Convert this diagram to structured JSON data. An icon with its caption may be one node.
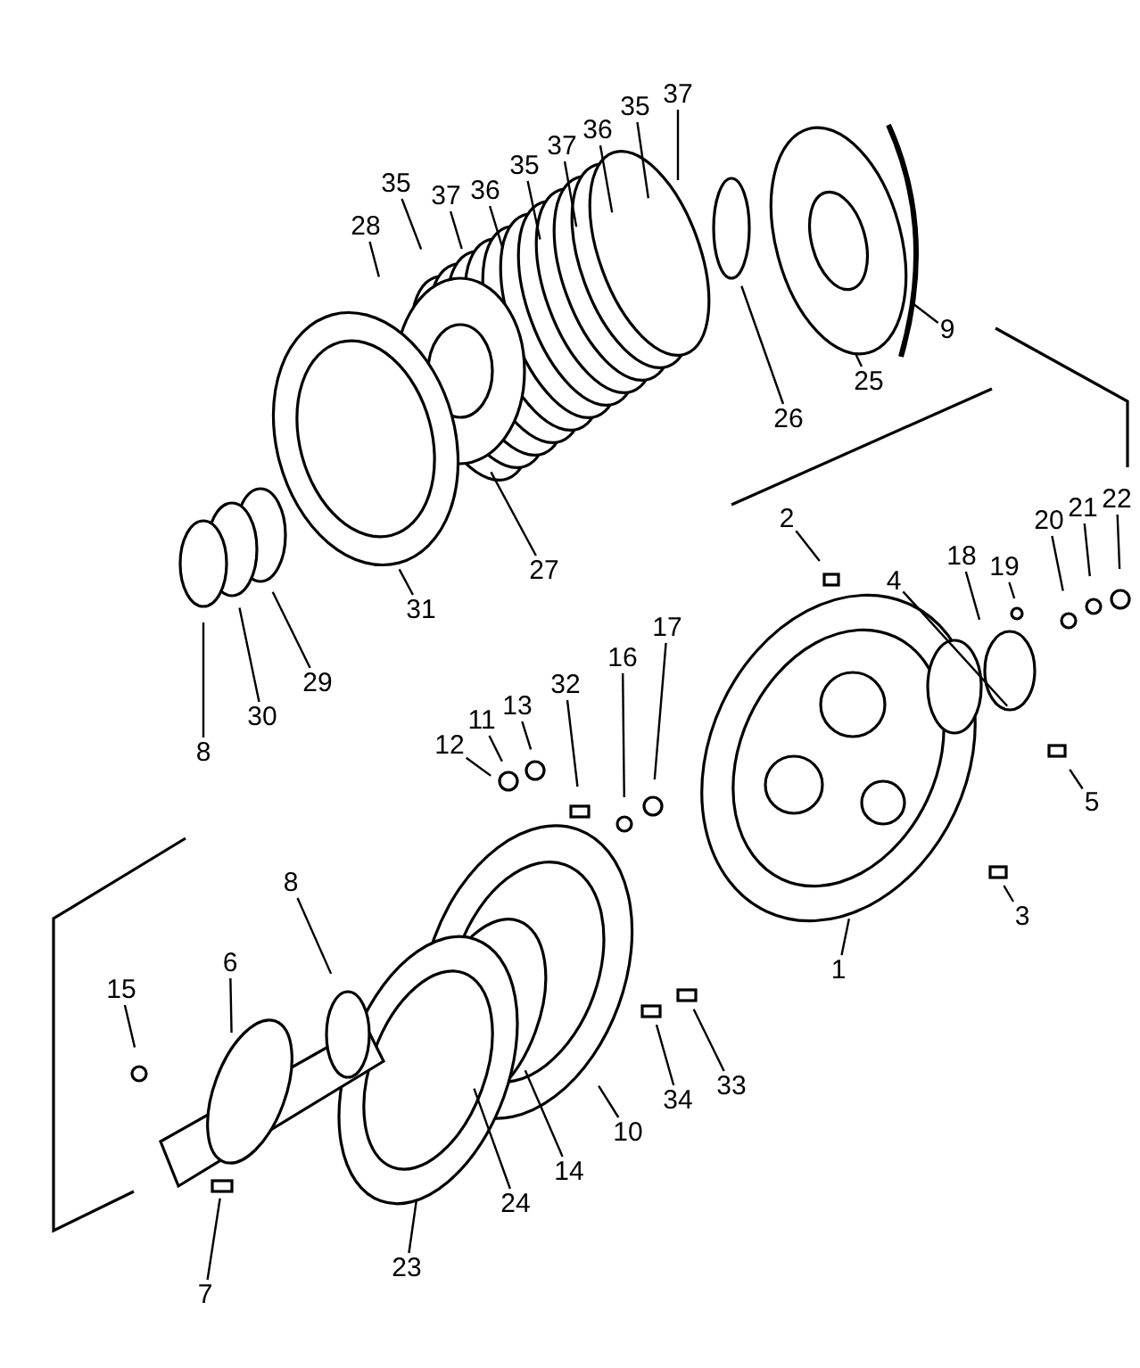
{
  "diagram": {
    "nodes": [
      {
        "text": [
          "28"
        ]
      },
      {
        "text": [
          "35"
        ]
      },
      {
        "text": [
          "37"
        ]
      },
      {
        "text": [
          "36"
        ]
      },
      {
        "text": [
          "35"
        ]
      },
      {
        "text": [
          "37"
        ]
      },
      {
        "text": [
          "36"
        ]
      },
      {
        "text": [
          "35"
        ]
      },
      {
        "text": [
          "37"
        ]
      },
      {
        "text": [
          "9"
        ]
      },
      {
        "text": [
          "26"
        ]
      },
      {
        "text": [
          "25"
        ]
      },
      {
        "text": [
          "27"
        ]
      },
      {
        "text": [
          "31"
        ]
      },
      {
        "text": [
          "29"
        ]
      },
      {
        "text": [
          "30"
        ]
      },
      {
        "text": [
          "8"
        ]
      },
      {
        "text": [
          "22"
        ]
      },
      {
        "text": [
          "21"
        ]
      },
      {
        "text": [
          "20"
        ]
      },
      {
        "text": [
          "19"
        ]
      },
      {
        "text": [
          "2"
        ]
      },
      {
        "text": [
          "18"
        ]
      },
      {
        "text": [
          "4"
        ]
      },
      {
        "text": [
          "5"
        ]
      },
      {
        "text": [
          "3"
        ]
      },
      {
        "text": [
          "1"
        ]
      },
      {
        "text": [
          "32"
        ]
      },
      {
        "text": [
          "16"
        ]
      },
      {
        "text": [
          "17"
        ]
      },
      {
        "text": [
          "11"
        ]
      },
      {
        "text": [
          "13"
        ]
      },
      {
        "text": [
          "12"
        ]
      },
      {
        "text": [
          "6"
        ]
      },
      {
        "text": [
          "8"
        ]
      },
      {
        "text": [
          "15"
        ]
      },
      {
        "text": [
          "7"
        ]
      },
      {
        "text": [
          "23"
        ]
      },
      {
        "text": [
          "24"
        ]
      },
      {
        "text": [
          "14"
        ]
      },
      {
        "text": [
          "10"
        ]
      },
      {
        "text": [
          "34"
        ]
      },
      {
        "text": [
          "33"
        ]
      }
    ],
    "edges": [
      {
        "from": 0,
        "to": null,
        "arrow": "none"
      },
      {
        "from": 1,
        "to": null,
        "arrow": "none"
      },
      {
        "from": 2,
        "to": null,
        "arrow": "none"
      },
      {
        "from": 3,
        "to": null,
        "arrow": "none"
      },
      {
        "from": 4,
        "to": null,
        "arrow": "none"
      },
      {
        "from": 5,
        "to": null,
        "arrow": "none"
      },
      {
        "from": 6,
        "to": null,
        "arrow": "none"
      },
      {
        "from": 7,
        "to": null,
        "arrow": "none"
      },
      {
        "from": 8,
        "to": null,
        "arrow": "none"
      },
      {
        "from": 9,
        "to": null,
        "arrow": "none"
      },
      {
        "from": 10,
        "to": null,
        "arrow": "none"
      },
      {
        "from": 11,
        "to": null,
        "arrow": "none"
      },
      {
        "from": 12,
        "to": null,
        "arrow": "none"
      },
      {
        "from": 13,
        "to": null,
        "arrow": "none"
      },
      {
        "from": 14,
        "to": null,
        "arrow": "none"
      },
      {
        "from": 15,
        "to": null,
        "arrow": "none"
      },
      {
        "from": 16,
        "to": null,
        "arrow": "none"
      },
      {
        "from": 17,
        "to": null,
        "arrow": "none"
      },
      {
        "from": 18,
        "to": null,
        "arrow": "none"
      },
      {
        "from": 19,
        "to": null,
        "arrow": "none"
      },
      {
        "from": 20,
        "to": null,
        "arrow": "none"
      },
      {
        "from": 21,
        "to": null,
        "arrow": "none"
      },
      {
        "from": 22,
        "to": null,
        "arrow": "none"
      },
      {
        "from": 23,
        "to": null,
        "arrow": "none"
      },
      {
        "from": 24,
        "to": null,
        "arrow": "none"
      },
      {
        "from": 25,
        "to": null,
        "arrow": "none"
      },
      {
        "from": 26,
        "to": null,
        "arrow": "none"
      },
      {
        "from": 27,
        "to": null,
        "arrow": "none"
      },
      {
        "from": 28,
        "to": null,
        "arrow": "none"
      },
      {
        "from": 29,
        "to": null,
        "arrow": "none"
      },
      {
        "from": 30,
        "to": null,
        "arrow": "none"
      },
      {
        "from": 31,
        "to": null,
        "arrow": "none"
      },
      {
        "from": 32,
        "to": null,
        "arrow": "none"
      },
      {
        "from": 33,
        "to": null,
        "arrow": "none"
      },
      {
        "from": 34,
        "to": null,
        "arrow": "none"
      },
      {
        "from": 35,
        "to": null,
        "arrow": "none"
      },
      {
        "from": 36,
        "to": null,
        "arrow": "none"
      },
      {
        "from": 37,
        "to": null,
        "arrow": "none"
      },
      {
        "from": 38,
        "to": null,
        "arrow": "none"
      },
      {
        "from": 39,
        "to": null,
        "arrow": "none"
      },
      {
        "from": 40,
        "to": null,
        "arrow": "none"
      },
      {
        "from": 41,
        "to": null,
        "arrow": "none"
      },
      {
        "from": 42,
        "to": null,
        "arrow": "none"
      }
    ]
  }
}
